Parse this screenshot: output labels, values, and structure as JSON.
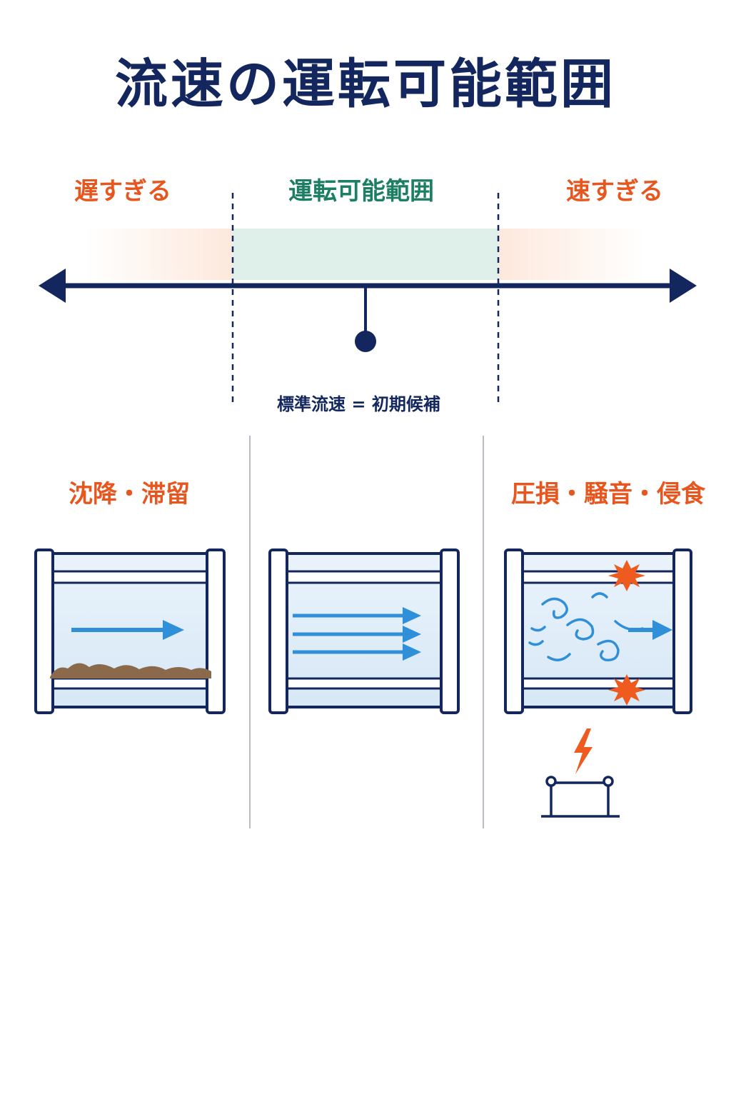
{
  "title": "流速の運転可能範囲",
  "zones": {
    "too_slow": "遅すぎる",
    "operable": "運転可能範囲",
    "too_fast": "速すぎる"
  },
  "standard_marker": "標準流速 = 初期候補",
  "effects": {
    "slow": "沈降・滞留",
    "fast": "圧損・騒音・侵食"
  },
  "colors": {
    "navy": "#13275e",
    "orange": "#e8561f",
    "green": "#1c7f63",
    "blue_arrow": "#2f8fd8",
    "range_fill": "#dff0eb",
    "warning_fill": "#fde8dc"
  }
}
